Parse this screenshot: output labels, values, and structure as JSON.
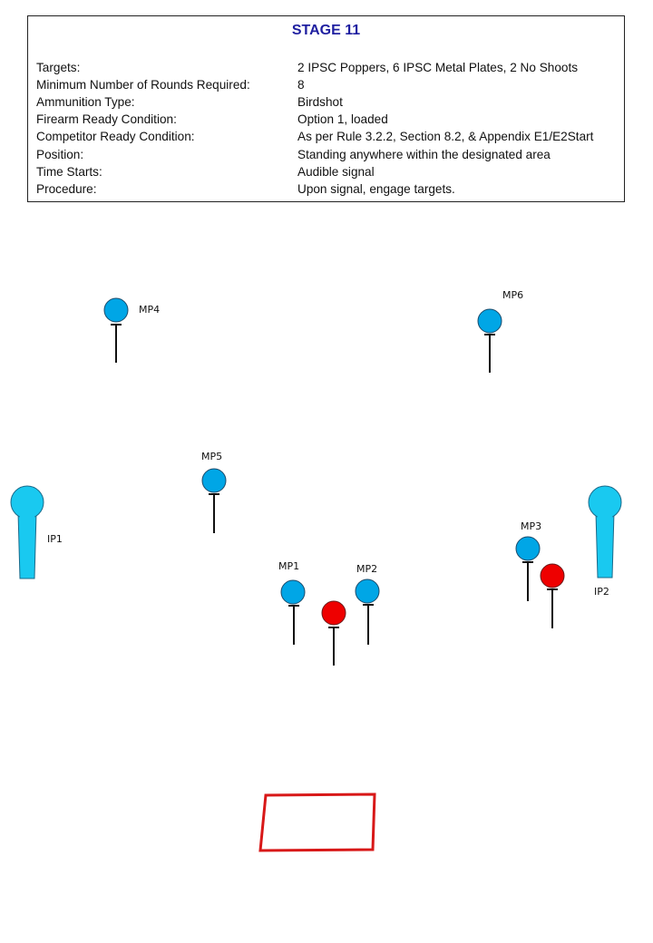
{
  "stage": {
    "title": "STAGE 11",
    "rows": [
      {
        "label": "Targets:",
        "value": "2 IPSC Poppers, 6 IPSC Metal Plates, 2 No Shoots"
      },
      {
        "label": "Minimum Number of Rounds Required:",
        "value": "8"
      },
      {
        "label": "Ammunition Type:",
        "value": "Birdshot"
      },
      {
        "label": "Firearm Ready Condition:",
        "value": "Option 1, loaded"
      },
      {
        "label": "Competitor Ready Condition:",
        "value": "As per Rule 3.2.2, Section 8.2, & Appendix E1/E2Start"
      },
      {
        "label": "Position:",
        "value": "Standing anywhere within the designated area"
      },
      {
        "label": "Time Starts:",
        "value": "Audible signal"
      },
      {
        "label": "Procedure:",
        "value": "Upon signal, engage targets."
      }
    ]
  },
  "diagram": {
    "labels": {
      "mp1": "MP1",
      "mp2": "MP2",
      "mp3": "MP3",
      "mp4": "MP4",
      "mp5": "MP5",
      "mp6": "MP6",
      "ip1": "IP1",
      "ip2": "IP2"
    },
    "colors": {
      "plate": "#00a6e6",
      "popper": "#19c9f0",
      "no_shoot": "#ee0000",
      "shooting_area": "#d81818"
    }
  }
}
